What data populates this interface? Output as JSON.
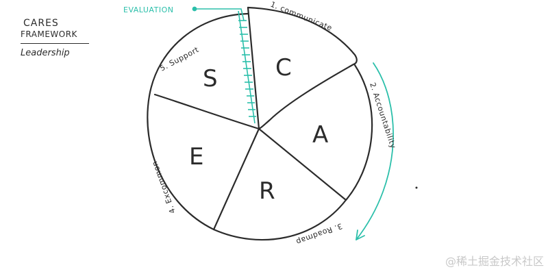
{
  "framework": {
    "title_line1": "CARES",
    "title_line2": "FRAMEWORK",
    "subtitle": "Leadership"
  },
  "segments": [
    {
      "letter": "C",
      "label": "1. communicate"
    },
    {
      "letter": "A",
      "label": "2. Accountability"
    },
    {
      "letter": "R",
      "label": "3. Roadmap"
    },
    {
      "letter": "E",
      "label": "4. Excommon"
    },
    {
      "letter": "S",
      "label": "5. Support"
    }
  ],
  "evaluation": {
    "label": "EVALUATION",
    "color": "#2bbfaa"
  },
  "arrow_color": "#2bbfaa",
  "watermark": "@稀土掘金技术社区"
}
